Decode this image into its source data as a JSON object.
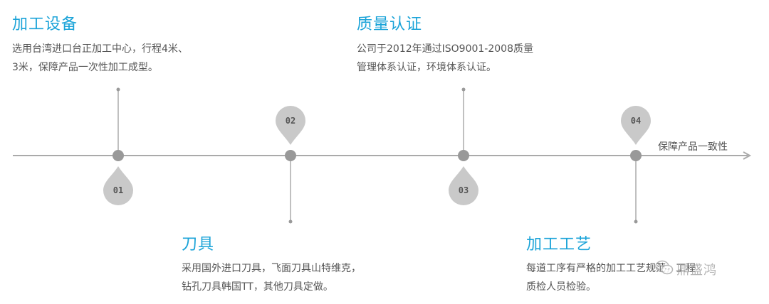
{
  "blocks": [
    {
      "id": "equipment",
      "title": "加工设备",
      "lines": [
        "选用台湾进口台正加工中心，行程4米、",
        "3米，保障产品一次性加工成型。"
      ]
    },
    {
      "id": "quality",
      "title": "质量认证",
      "lines": [
        "公司于2012年通过ISO9001-2008质量",
        "管理体系认证，环境体系认证。"
      ]
    },
    {
      "id": "tools",
      "title": "刀具",
      "lines": [
        "采用国外进口刀具，飞面刀具山特维克，",
        "钻孔刀具韩国TT，其他刀具定做。"
      ]
    },
    {
      "id": "process",
      "title": "加工工艺",
      "lines": [
        "每道工序有严格的加工工艺规范，工程",
        "质检人员检验。"
      ]
    }
  ],
  "timeline": {
    "end_label": "保障产品一致性",
    "milestones": [
      "01",
      "02",
      "03",
      "04"
    ]
  },
  "watermark": {
    "text": "鼎盛鸿"
  },
  "colors": {
    "accent": "#1aa3d8",
    "line": "#aaaaaa",
    "node": "#999999",
    "drop": "#c9c9c9",
    "text": "#555555"
  }
}
